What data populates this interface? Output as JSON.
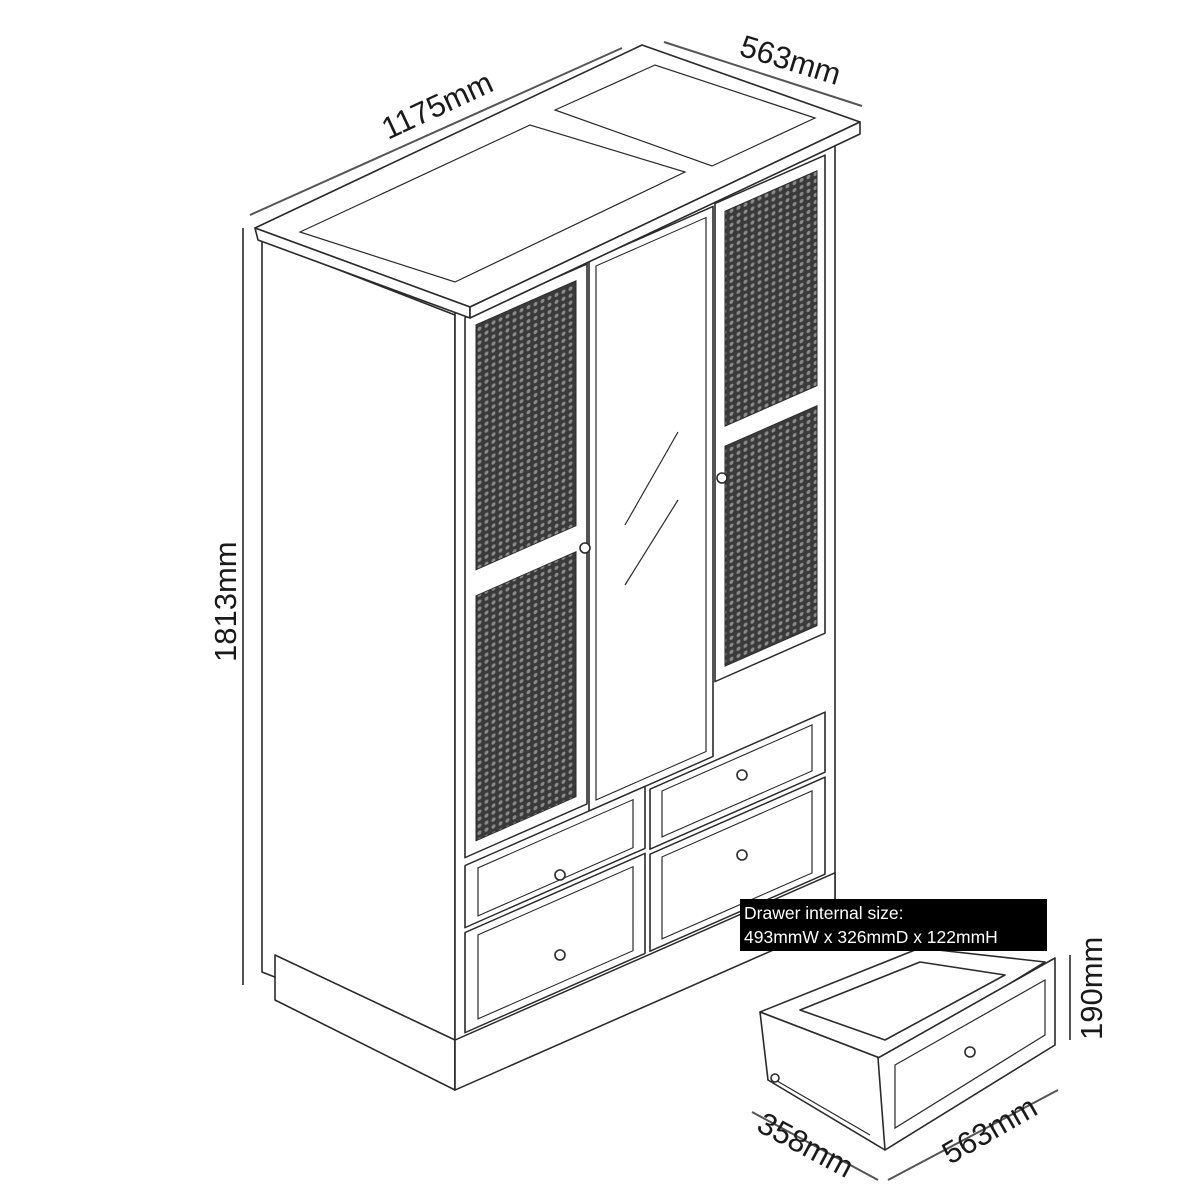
{
  "dimensions": {
    "width": "1175mm",
    "depth": "563mm",
    "height": "1813mm",
    "drawer_height": "190mm",
    "drawer_depth": "358mm",
    "drawer_width": "563mm"
  },
  "drawer_label": {
    "title": "Drawer internal size:",
    "size": "493mmW x 326mmD x 122mmH"
  },
  "colors": {
    "line": "#2a2a2a",
    "mesh": "#3a3a3a",
    "label_bg": "#000000"
  }
}
